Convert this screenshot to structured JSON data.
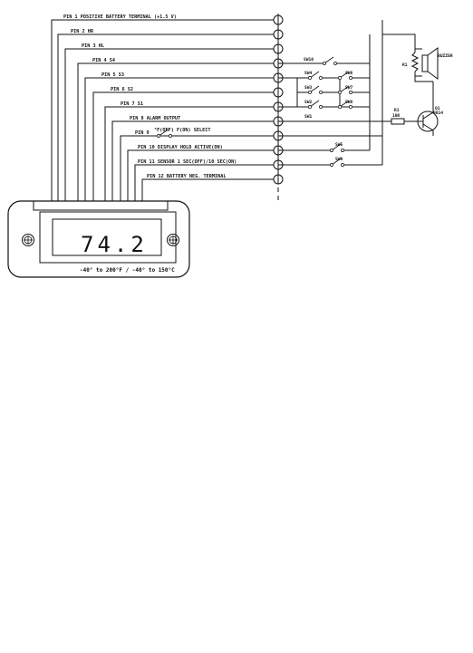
{
  "pins": [
    {
      "label": "PIN 1 POSITIVE BATTERY TERMINAL (+1.5 V)"
    },
    {
      "label": "PIN 2   HR"
    },
    {
      "label": "PIN 3   HL"
    },
    {
      "label": "PIN 4   S4"
    },
    {
      "label": "PIN 5   S3"
    },
    {
      "label": "PIN 6   S2"
    },
    {
      "label": "PIN 7   S1"
    },
    {
      "label": "PIN 8   ALARM OUTPUT"
    },
    {
      "label": "PIN 9"
    },
    {
      "label": "PIN 10 DISPLAY HOLD ACTIVE(ON)"
    },
    {
      "label": "PIN 11 SENSOR 1 SEC(OFF)/10 SEC(ON)"
    },
    {
      "label": "PIN 12 BATTERY NEG. TERMINAL"
    }
  ],
  "pin9_select": "°F(OFF)  F(ON) SELECT",
  "switches": [
    "SW10",
    "SW4",
    "SW6",
    "SW3",
    "SW7",
    "SW2",
    "SW8",
    "SW1",
    "SW5",
    "SW9"
  ],
  "components": {
    "buzzer": "BUZZER",
    "resistor_small": "R1",
    "resistor_r1": "R1",
    "resistor_r1_value": "10K",
    "transistor": "Q1",
    "transistor_part": "9014"
  },
  "display": {
    "reading": "74.2",
    "range": "-40° to 200°F / -40° to 150°C"
  }
}
